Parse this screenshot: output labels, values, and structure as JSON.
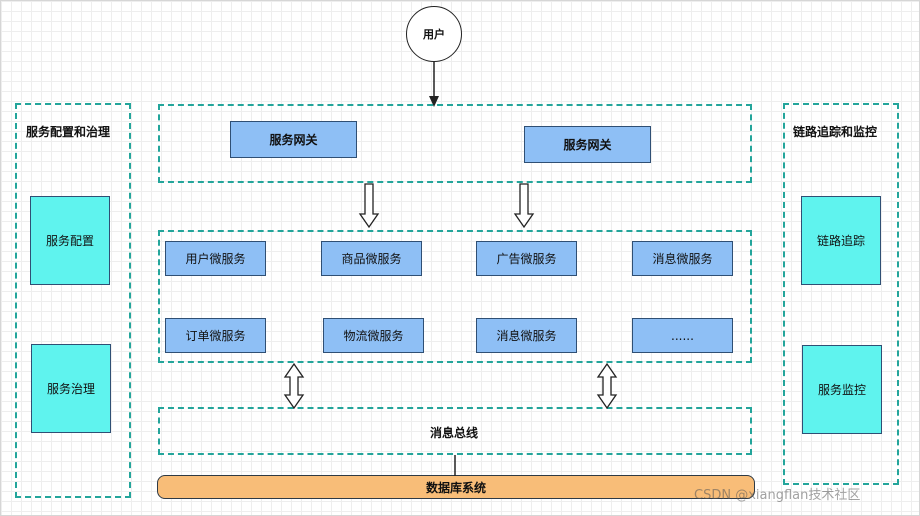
{
  "user": "用户",
  "left_panel": {
    "title": "服务配置和治理",
    "items": [
      "服务配置",
      "服务治理"
    ]
  },
  "right_panel": {
    "title": "链路追踪和监控",
    "items": [
      "链路追踪",
      "服务监控"
    ]
  },
  "gateway": {
    "items": [
      "服务网关",
      "服务网关"
    ]
  },
  "services": {
    "row1": [
      "用户微服务",
      "商品微服务",
      "广告微服务",
      "消息微服务"
    ],
    "row2": [
      "订单微服务",
      "物流微服务",
      "消息微服务",
      "......"
    ]
  },
  "bus": "消息总线",
  "database": "数据库系统",
  "watermark": "CSDN @xiangflan技术社区",
  "colors": {
    "dashed_border": "#23a59b",
    "service_box": "#8ebff5",
    "side_box": "#5ff3ee",
    "database": "#f8bd78"
  }
}
